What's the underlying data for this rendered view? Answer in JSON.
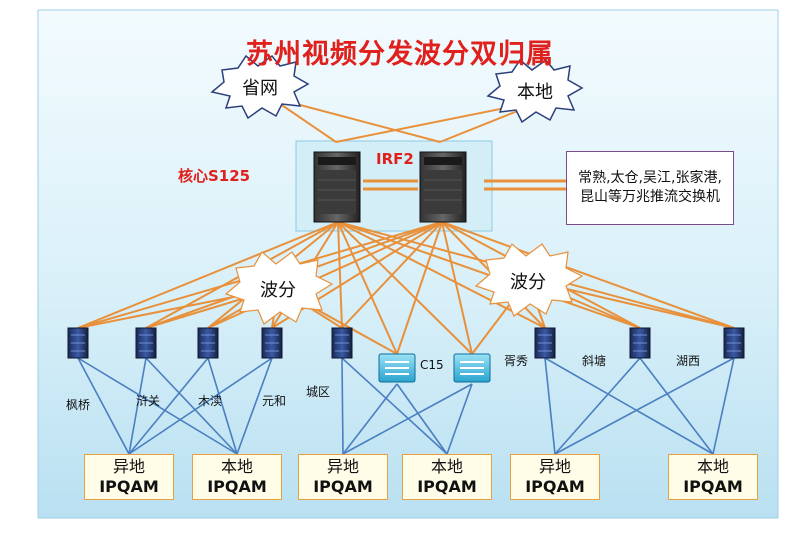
{
  "title": "苏州视频分发波分双归属",
  "clouds": {
    "left_top": "省网",
    "right_top": "本地",
    "left_mid": "波分",
    "right_mid": "波分"
  },
  "core_label": "核心S125",
  "irf_label": "IRF2",
  "external_box": "常熟,太仓,吴江,张家港,昆山等万兆推流交换机",
  "nodes": {
    "fengqiao": "枫桥",
    "xuguan": "浒关",
    "mudu": "木渎",
    "yuanhe": "元和",
    "chengqu": "城区",
    "c15": "C15",
    "xiuxiu": "胥秀",
    "xietang": "斜塘",
    "huxi": "湖西"
  },
  "ipqam_boxes": [
    {
      "line1": "异地",
      "line2": "IPQAM"
    },
    {
      "line1": "本地",
      "line2": "IPQAM"
    },
    {
      "line1": "异地",
      "line2": "IPQAM"
    },
    {
      "line1": "本地",
      "line2": "IPQAM"
    },
    {
      "line1": "异地",
      "line2": "IPQAM"
    },
    {
      "line1": "本地",
      "line2": "IPQAM"
    }
  ],
  "colors": {
    "title": "#e0201c",
    "orange_link": "#e8903a",
    "blue_link": "#4a7fc0",
    "background_top": "#e9f6fb",
    "background_bottom": "#bfe3f3",
    "core_panel": "#d4eef8",
    "ipqam_border": "#e8a040"
  }
}
